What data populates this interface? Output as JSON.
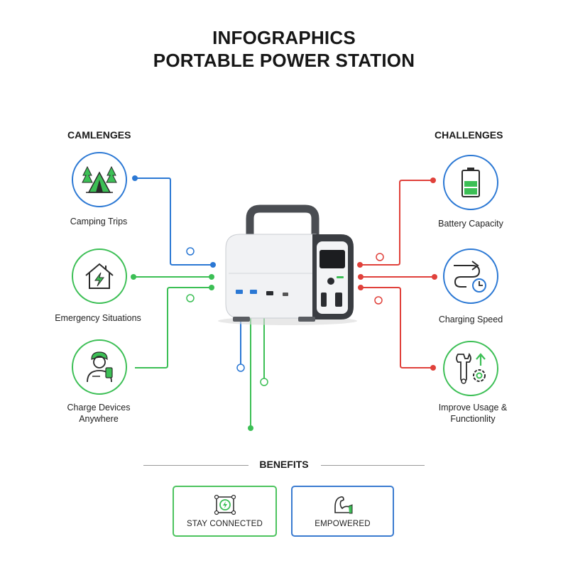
{
  "header": {
    "title_line1": "INFOGRAPHICS",
    "title_line2": "PORTABLE POWER STATION"
  },
  "left": {
    "heading": "CAMLENGES",
    "items": [
      {
        "label": "Camping Trips",
        "icon": "tent-icon"
      },
      {
        "label": "Emergency Situations",
        "icon": "house-lightning-icon"
      },
      {
        "label": "Charge Devices",
        "label_line2": "Anywhere",
        "icon": "person-phone-icon"
      }
    ]
  },
  "right": {
    "heading": "CHALLENGES",
    "items": [
      {
        "label": "Battery Capacity",
        "icon": "battery-icon"
      },
      {
        "label": "Charging Speed",
        "icon": "speed-clock-icon"
      },
      {
        "label": "Improve Usage &",
        "label_line2": "Functionlity",
        "icon": "wrench-gear-icon"
      }
    ]
  },
  "benefits": {
    "heading": "BENEFITS",
    "items": [
      {
        "label": "STAY CONNECTED",
        "icon": "connected-lightning-icon"
      },
      {
        "label": "EMPOWERED",
        "icon": "flexed-arm-icon"
      }
    ]
  },
  "colors": {
    "blue": "#2b78d4",
    "green": "#3cbf55",
    "red": "#e0413b",
    "device_body": "#f1f2f4",
    "device_dark": "#3a3d42"
  }
}
